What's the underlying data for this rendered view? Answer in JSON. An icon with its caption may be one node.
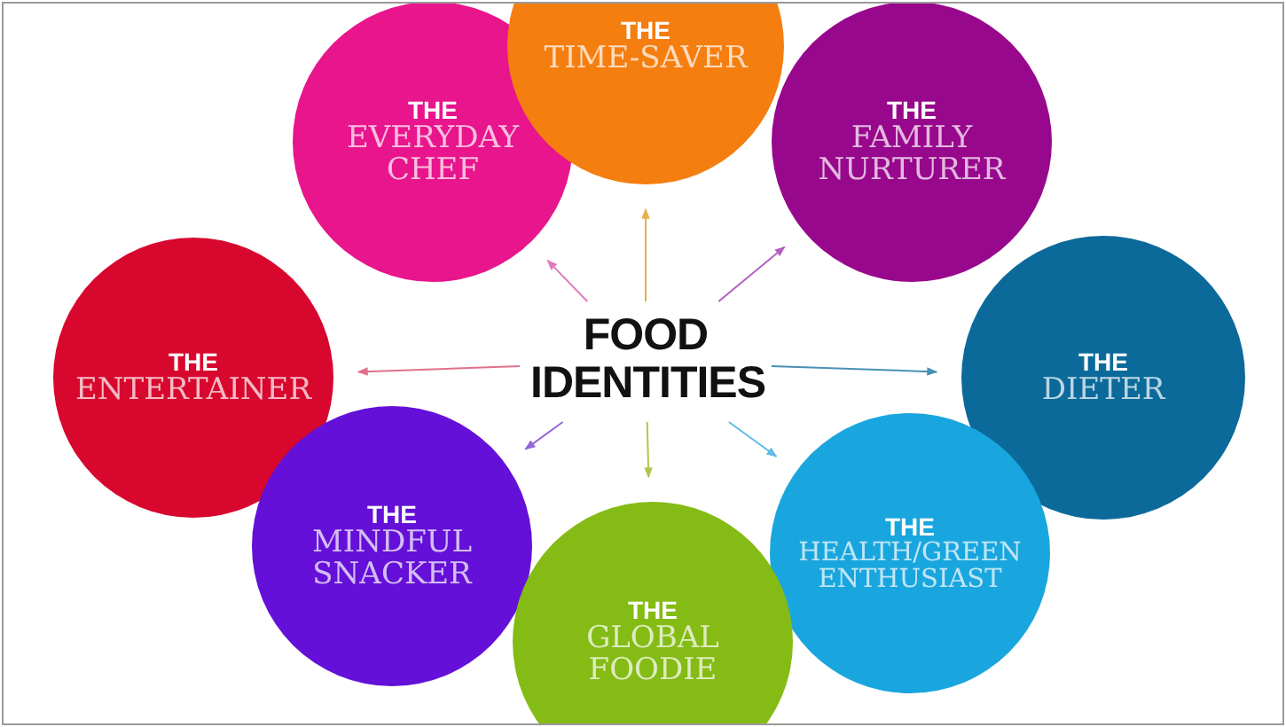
{
  "diagram": {
    "nodes": [
      {
        "text": [
          "FOOD IDENTITIES"
        ]
      },
      {
        "text": [
          "THE",
          "TIME-SAVER"
        ]
      },
      {
        "text": [
          "THE",
          "EVERYDAY CHEF"
        ]
      },
      {
        "text": [
          "THE",
          "FAMILY NURTURER"
        ]
      },
      {
        "text": [
          "THE",
          "ENTERTAINER"
        ]
      },
      {
        "text": [
          "THE",
          "DIETER"
        ]
      },
      {
        "text": [
          "THE",
          "MINDFUL SNACKER"
        ]
      },
      {
        "text": [
          "THE",
          "HEALTH/GREEN ENTHUSIAST"
        ]
      },
      {
        "text": [
          "THE",
          "GLOBAL FOODIE"
        ]
      }
    ],
    "edges": [
      {
        "from": 0,
        "to": 1,
        "arrow": "to",
        "color": "#e8b04a"
      },
      {
        "from": 0,
        "to": 2,
        "arrow": "to",
        "color": "#e07ac0"
      },
      {
        "from": 0,
        "to": 3,
        "arrow": "to",
        "color": "#b45ec4"
      },
      {
        "from": 0,
        "to": 4,
        "arrow": "to",
        "color": "#e0708a"
      },
      {
        "from": 0,
        "to": 5,
        "arrow": "to",
        "color": "#4a90b4"
      },
      {
        "from": 0,
        "to": 6,
        "arrow": "to",
        "color": "#9266d8"
      },
      {
        "from": 0,
        "to": 7,
        "arrow": "to",
        "color": "#62bce4"
      },
      {
        "from": 0,
        "to": 8,
        "arrow": "to",
        "color": "#b4c44a"
      }
    ]
  }
}
